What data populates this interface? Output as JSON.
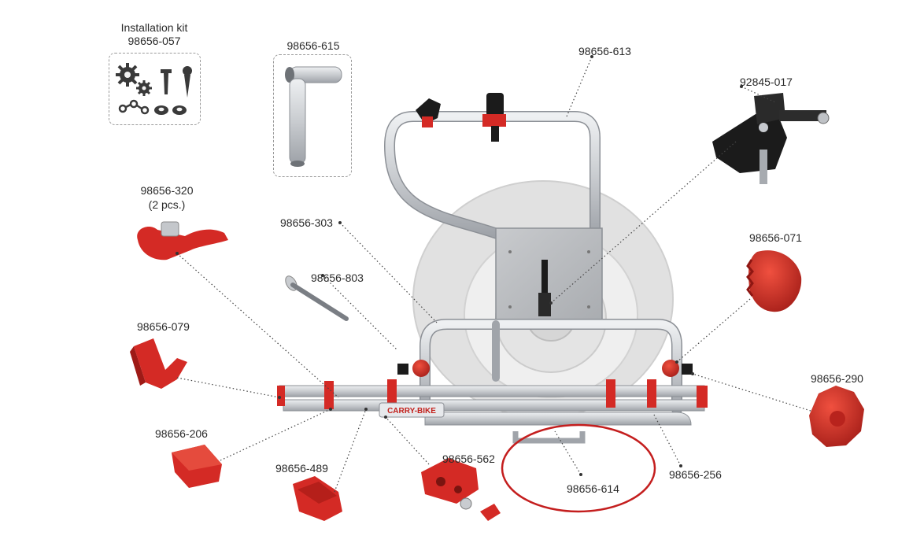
{
  "labels": {
    "installation_kit_title": "Installation kit",
    "installation_kit_code": "98656-057",
    "p615": "98656-615",
    "p613": "98656-613",
    "p017": "92845-017",
    "p320": "98656-320",
    "p320_qty": "(2 pcs.)",
    "p303": "98656-303",
    "p803": "98656-803",
    "p071": "98656-071",
    "p079": "98656-079",
    "p290": "98656-290",
    "p206": "98656-206",
    "p562": "98656-562",
    "p489": "98656-489",
    "p614": "98656-614",
    "p256": "98656-256",
    "carrier_brand": "CARRY-BIKE"
  },
  "colors": {
    "part_red": "#d42a25",
    "part_red_dark": "#9e1a16",
    "frame_silver": "#c9ccd0",
    "frame_edge": "#8c9096",
    "tire_gray": "#dcdcdc",
    "black_part": "#1b1b1b",
    "highlight_circle": "#c41e1e",
    "leader_line": "#444444",
    "label_text": "#2a2a2a"
  },
  "icons": [
    "gear-icon",
    "screw-icon",
    "nut-icon",
    "chain-link-icon"
  ],
  "highlighted_part": "98656-614"
}
